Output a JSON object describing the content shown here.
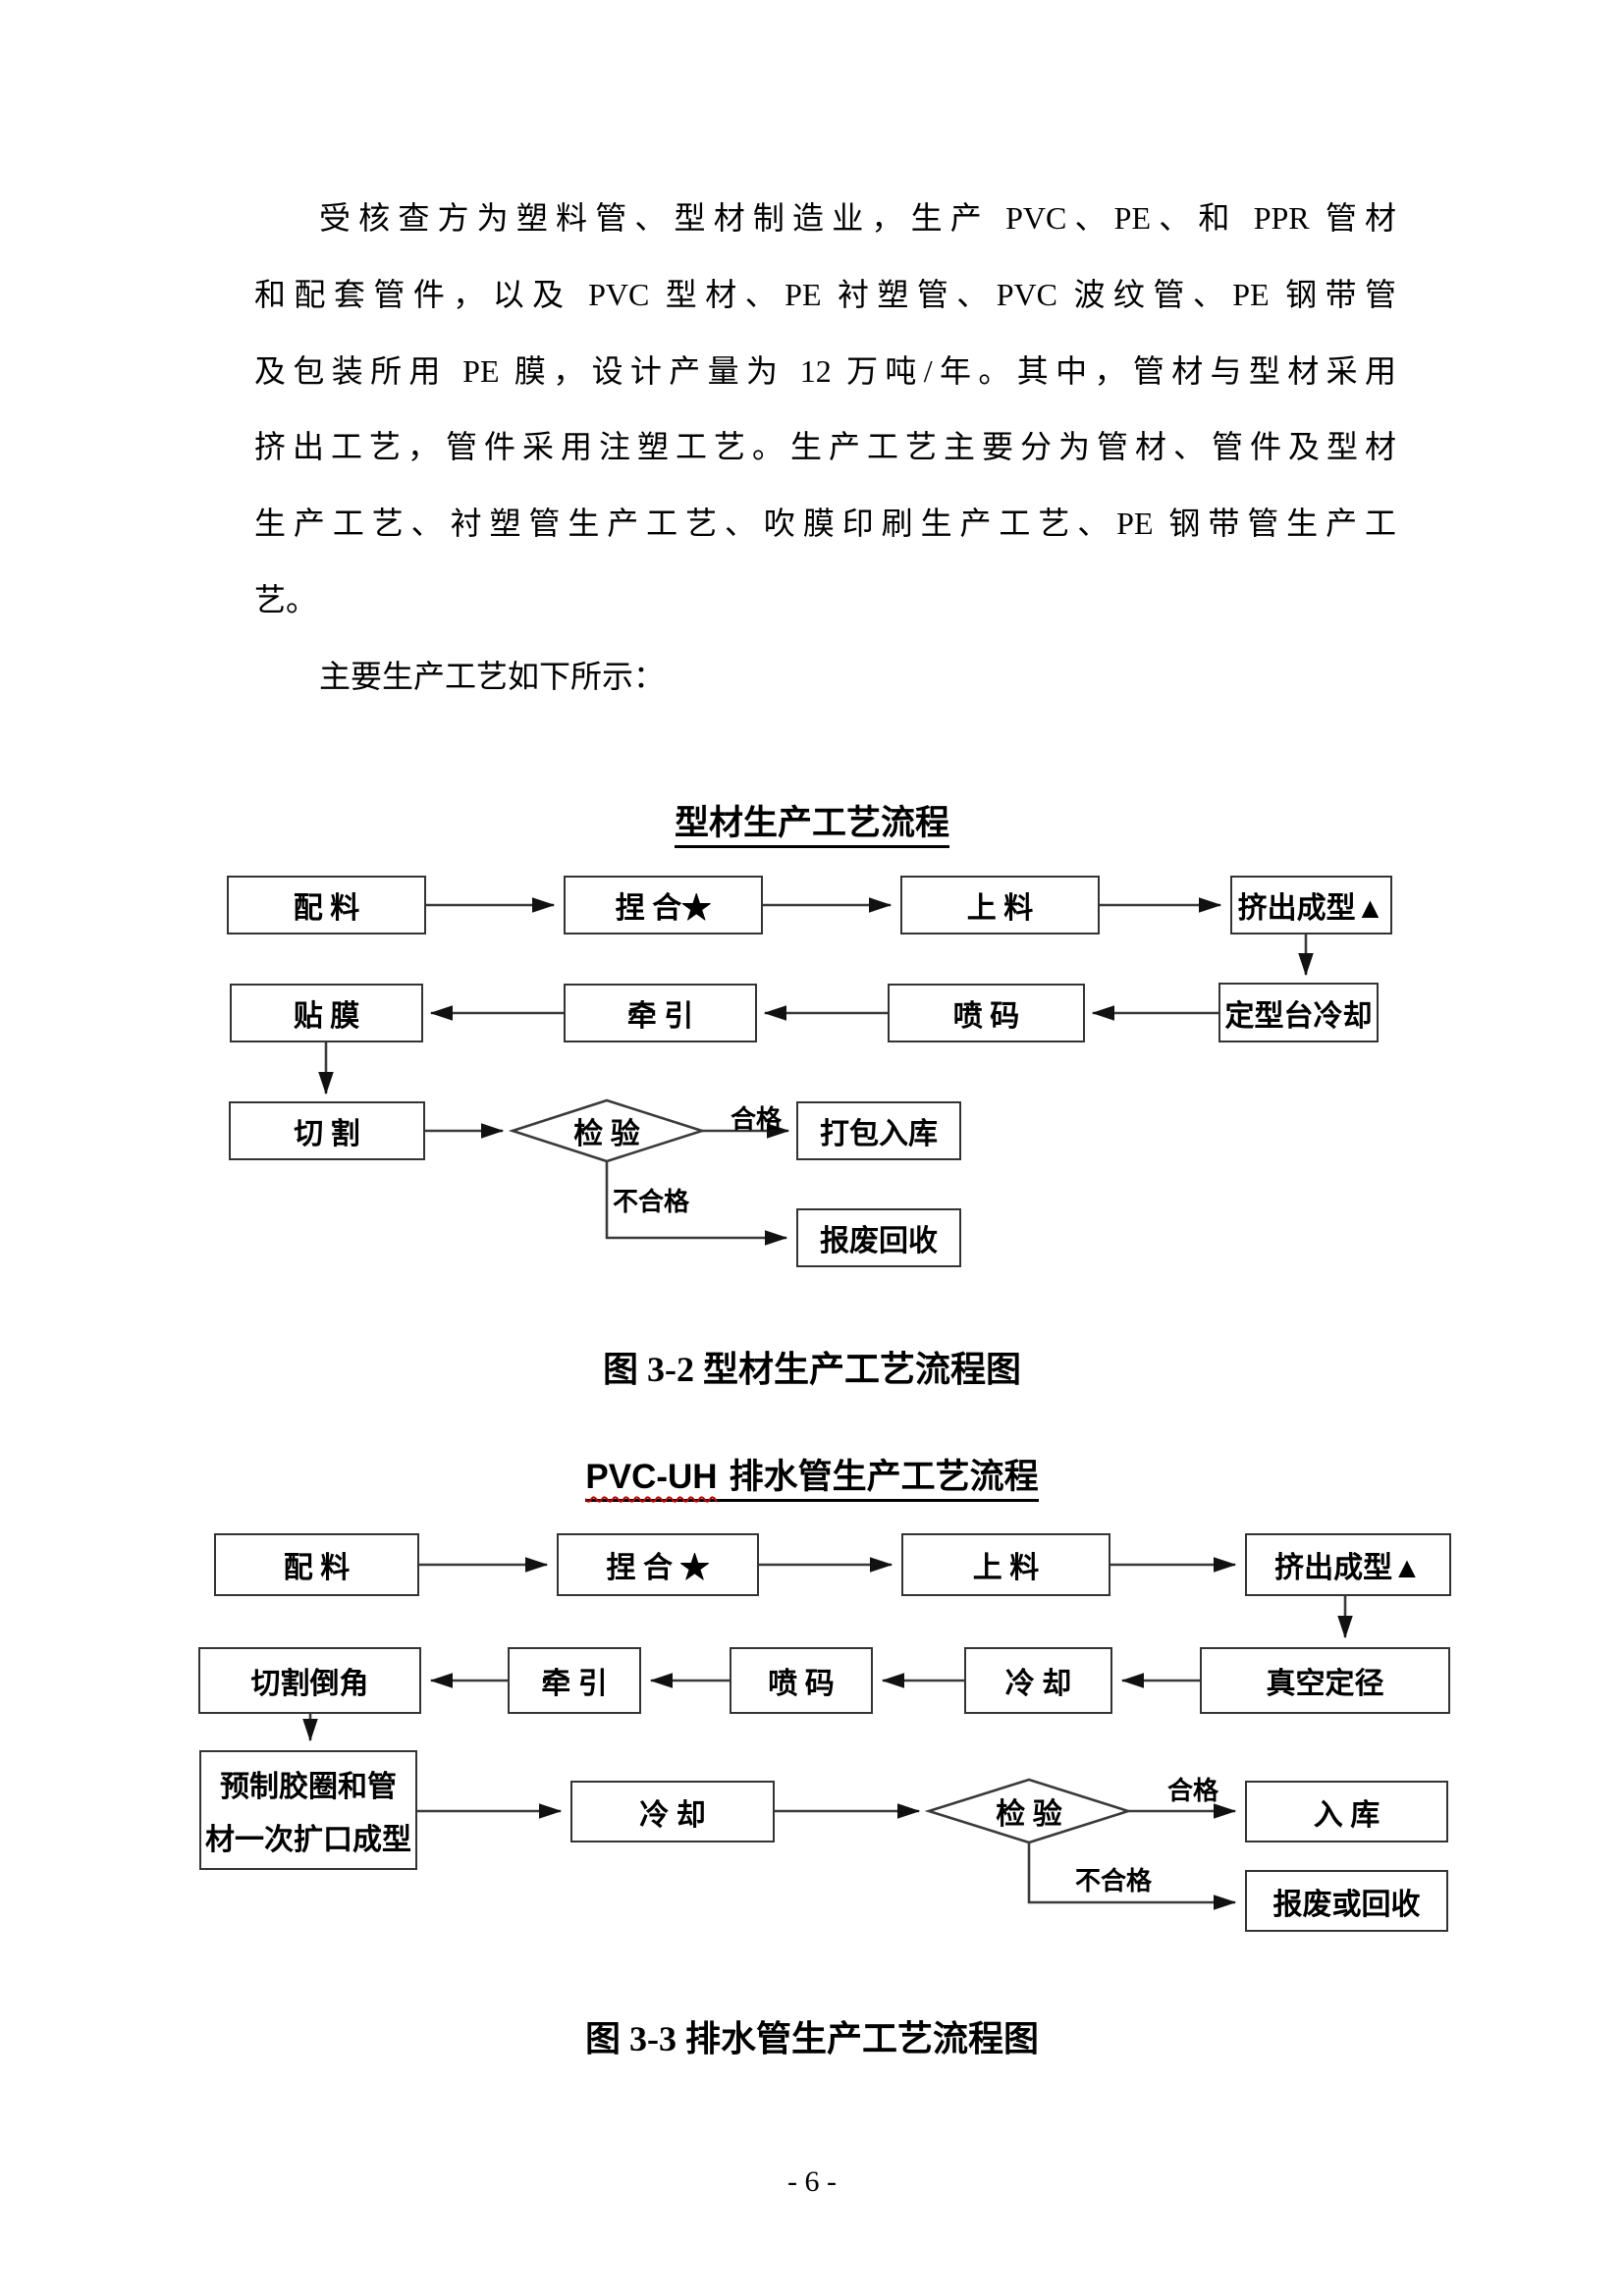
{
  "body_text": {
    "lines": [
      "受核查方为塑料管、型材制造业，生产 PVC、PE、和 PPR 管材",
      "和配套管件，以及 PVC 型材、PE 衬塑管、PVC 波纹管、PE 钢带管",
      "及包装所用 PE 膜，设计产量为 12 万吨/年。其中，管材与型材采用",
      "挤出工艺，管件采用注塑工艺。生产工艺主要分为管材、管件及型材",
      "生产工艺、衬塑管生产工艺、吹膜印刷生产工艺、PE 钢带管生产工",
      "艺。"
    ],
    "para2": "主要生产工艺如下所示："
  },
  "chart1": {
    "title": "型材生产工艺流程",
    "caption": "图 3-2 型材生产工艺流程图",
    "nodes": {
      "batching": "配 料",
      "kneading": "捏 合★",
      "feeding": "上 料",
      "extrusion": "挤出成型▲",
      "film": "贴 膜",
      "hauling": "牵 引",
      "coding": "喷 码",
      "cooling_table": "定型台冷却",
      "cutting": "切 割",
      "inspection": "检 验",
      "packing": "打包入库",
      "scrap": "报废回收"
    },
    "labels": {
      "pass": "合格",
      "fail": "不合格"
    }
  },
  "chart2": {
    "title_en": "PVC-UH",
    "title_zh": "排水管生产工艺流程",
    "caption": "图 3-3 排水管生产工艺流程图",
    "nodes": {
      "batching": "配 料",
      "kneading": "捏 合 ★",
      "feeding": "上 料",
      "extrusion": "挤出成型▲",
      "cut_chamfer": "切割倒角",
      "hauling": "牵 引",
      "coding": "喷 码",
      "cooling": "冷 却",
      "vacuum": "真空定径",
      "preform_line1": "预制胶圈和管",
      "preform_line2": "材一次扩口成型",
      "cooling2": "冷 却",
      "inspection": "检 验",
      "warehouse": "入 库",
      "scrap": "报废或回收"
    },
    "labels": {
      "pass": "合格",
      "fail": "不合格"
    }
  },
  "footer": {
    "page_number": "- 6 -"
  }
}
